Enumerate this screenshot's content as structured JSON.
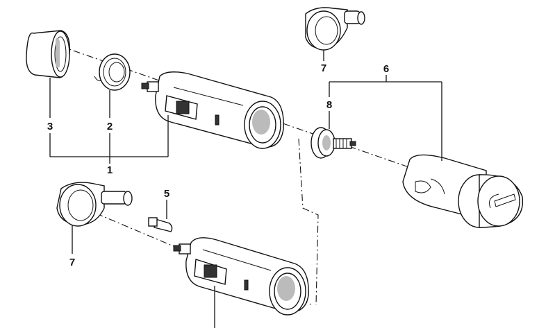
{
  "diagram": {
    "callouts": [
      {
        "id": "c1",
        "label": "1"
      },
      {
        "id": "c2",
        "label": "2"
      },
      {
        "id": "c3",
        "label": "3"
      },
      {
        "id": "c5",
        "label": "5"
      },
      {
        "id": "c6",
        "label": "6"
      },
      {
        "id": "c7a",
        "label": "7"
      },
      {
        "id": "c7b",
        "label": "7"
      },
      {
        "id": "c8",
        "label": "8"
      }
    ]
  }
}
